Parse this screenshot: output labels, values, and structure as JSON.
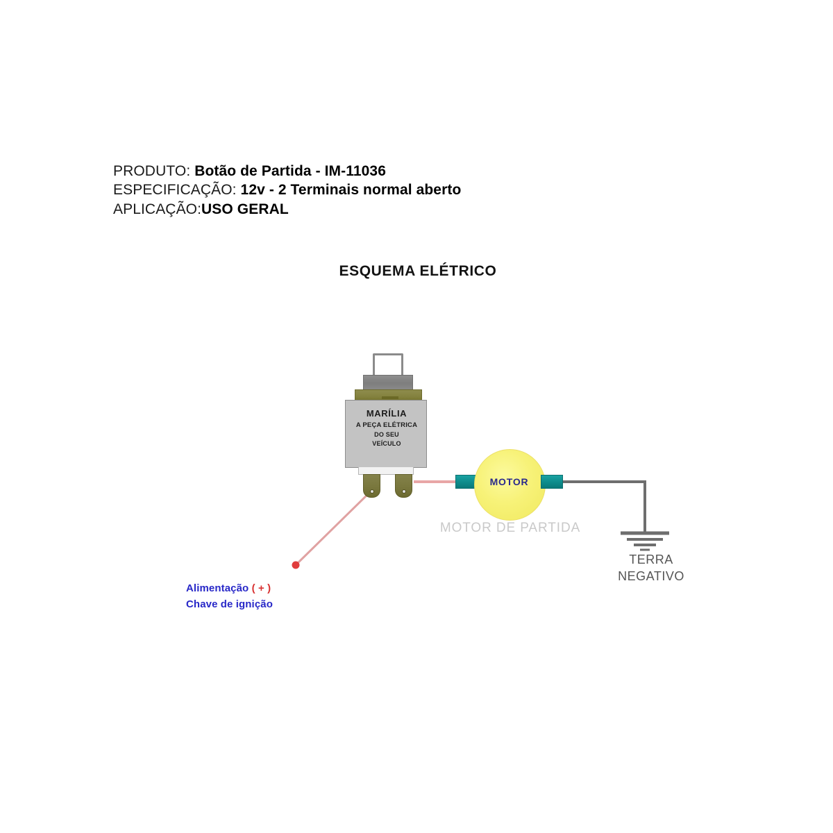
{
  "header": {
    "lines": [
      {
        "key": "PRODUTO:",
        "value": "Botão de Partida - IM-11036"
      },
      {
        "key": "ESPECIFICAÇÃO:",
        "value": "12v - 2 Terminais normal aberto"
      },
      {
        "key": "APLICAÇÃO:",
        "value": "USO GERAL"
      }
    ]
  },
  "diagram": {
    "title": "ESQUEMA ELÉTRICO",
    "switch": {
      "brand": "MARÍLIA",
      "tagline_line1": "A PEÇA ELÉTRICA",
      "tagline_line2": "DO SEU",
      "tagline_line3": "VEÍCULO",
      "terminal_left_name": "terminal-1",
      "terminal_right_name": "terminal-2"
    },
    "motor": {
      "label": "MOTOR",
      "caption": "MOTOR DE PARTIDA"
    },
    "ground": {
      "caption_line1": "TERRA",
      "caption_line2": "NEGATIVO"
    },
    "supply": {
      "line1_text": "Alimentação",
      "line1_sign": "( + )",
      "line2": "Chave de ignição"
    }
  },
  "colors": {
    "wire_positive": "#e8a0a0",
    "wire_ground": "#6e6e6e",
    "motor_fill": "#f7f278",
    "motor_terminal": "#0d8b8b",
    "switch_body": "#c3c3c3",
    "switch_collar": "#84823f",
    "supply_text": "#2828c8",
    "plus_sign": "#d83232",
    "caption_gray": "#c9c9c9"
  }
}
